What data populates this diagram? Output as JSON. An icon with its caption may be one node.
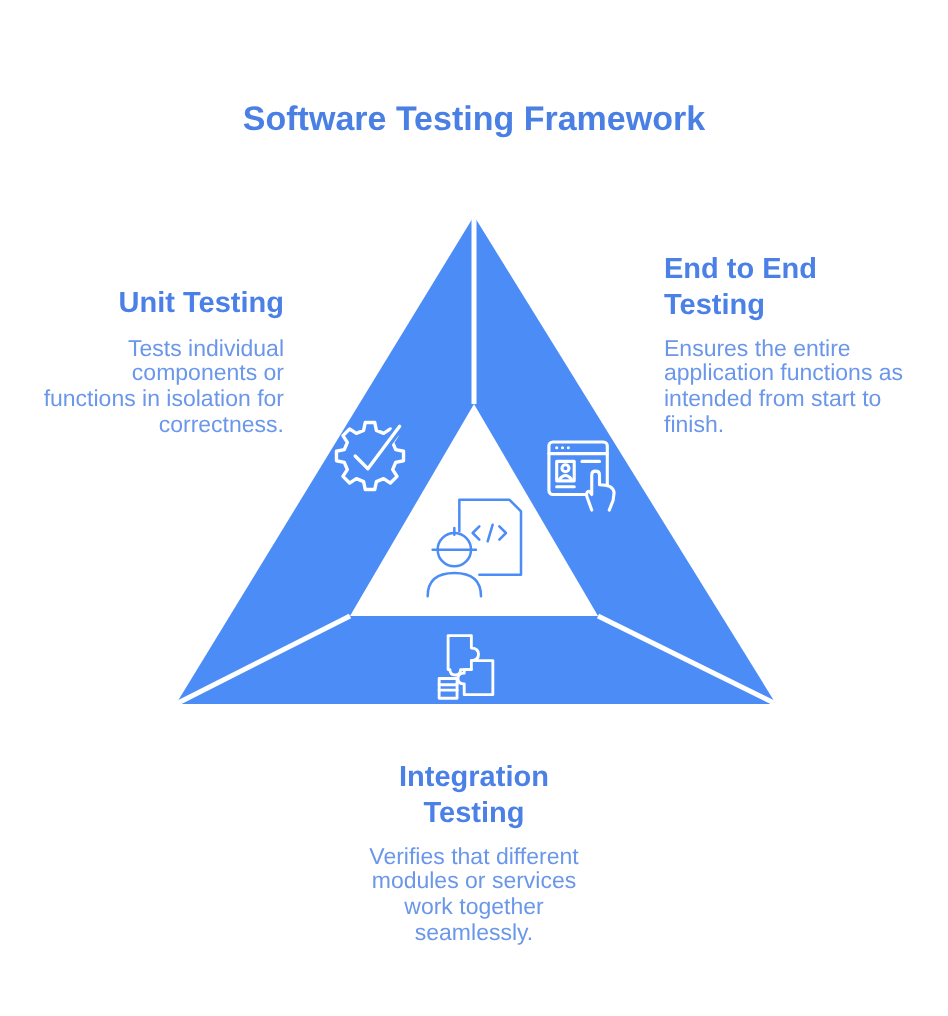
{
  "diagram": {
    "title": "Software Testing Framework",
    "nodes": [
      {
        "text": [
          "Unit Testing",
          "Tests individual components or functions in isolation for correctness."
        ]
      },
      {
        "text": [
          "End to End Testing",
          "Ensures the entire application functions as intended from start to finish."
        ]
      },
      {
        "text": [
          "Integration Testing",
          "Verifies that different modules or services work together seamlessly."
        ]
      }
    ]
  }
}
